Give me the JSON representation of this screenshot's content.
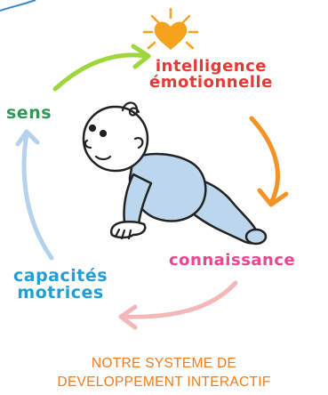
{
  "colors": {
    "sens": "#2e9a55",
    "intelligence": "#e53935",
    "connaissance": "#e8468f",
    "capacites": "#1f9fd6",
    "caption": "#f07c1e",
    "arrow_green": "#9ed63c",
    "arrow_orange": "#f59224",
    "arrow_pink": "#f4b8b8",
    "arrow_blue": "#b4d2ec",
    "heart": "#f7a21c",
    "corner": "#3a86c8",
    "baby": "#bcd6ee",
    "outline": "#222222"
  },
  "labels": {
    "sens": "sens",
    "intelligence_line1": "intelligence",
    "intelligence_line2": "émotionnelle",
    "connaissance": "connaissance",
    "capacites_line1": "capacités",
    "capacites_line2": "motrices"
  },
  "caption": {
    "line1": "NOTRE SYSTEME DE",
    "line2": "DEVELOPPEMENT INTERACTIF"
  },
  "icons": [
    "heart-sun-icon",
    "baby-crawling-illustration"
  ]
}
